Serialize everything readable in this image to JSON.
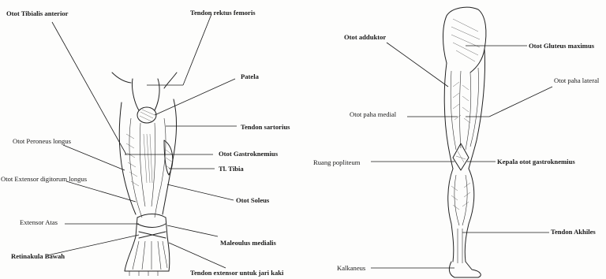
{
  "left_figure": {
    "labels": {
      "tibialis_anterior": "Otot Tibialis anterior",
      "rektus_femoris": "Tendon rektus femoris",
      "patela": "Patela",
      "sartorius": "Tendon sartorius",
      "peroneus_longus": "Otot Peroneus longus",
      "gastroknemius": "Otot Gastroknemius",
      "tibia": "Tl. Tibia",
      "extensor_digitorum": "Otot Extensor digitorum longus",
      "soleus": "Otot Soleus",
      "extensor_atas": "Extensor Atas",
      "maleoulus": "Maleoulus medialis",
      "retinakula": "Retinakula Bawah",
      "tendon_extensor": "Tendon extensor untuk jari kaki"
    }
  },
  "right_figure": {
    "labels": {
      "adduktor": "Otot adduktor",
      "gluteus": "Otot Gluteus maximus",
      "paha_lateral": "Otot paha lateral",
      "paha_medial": "Otot paha medial",
      "popliteum": "Ruang popliteum",
      "kepala_gastro": "Kepala otot gastroknemius",
      "akhiles": "Tendon Akhiles",
      "kalkaneus": "Kalkaneus"
    }
  }
}
